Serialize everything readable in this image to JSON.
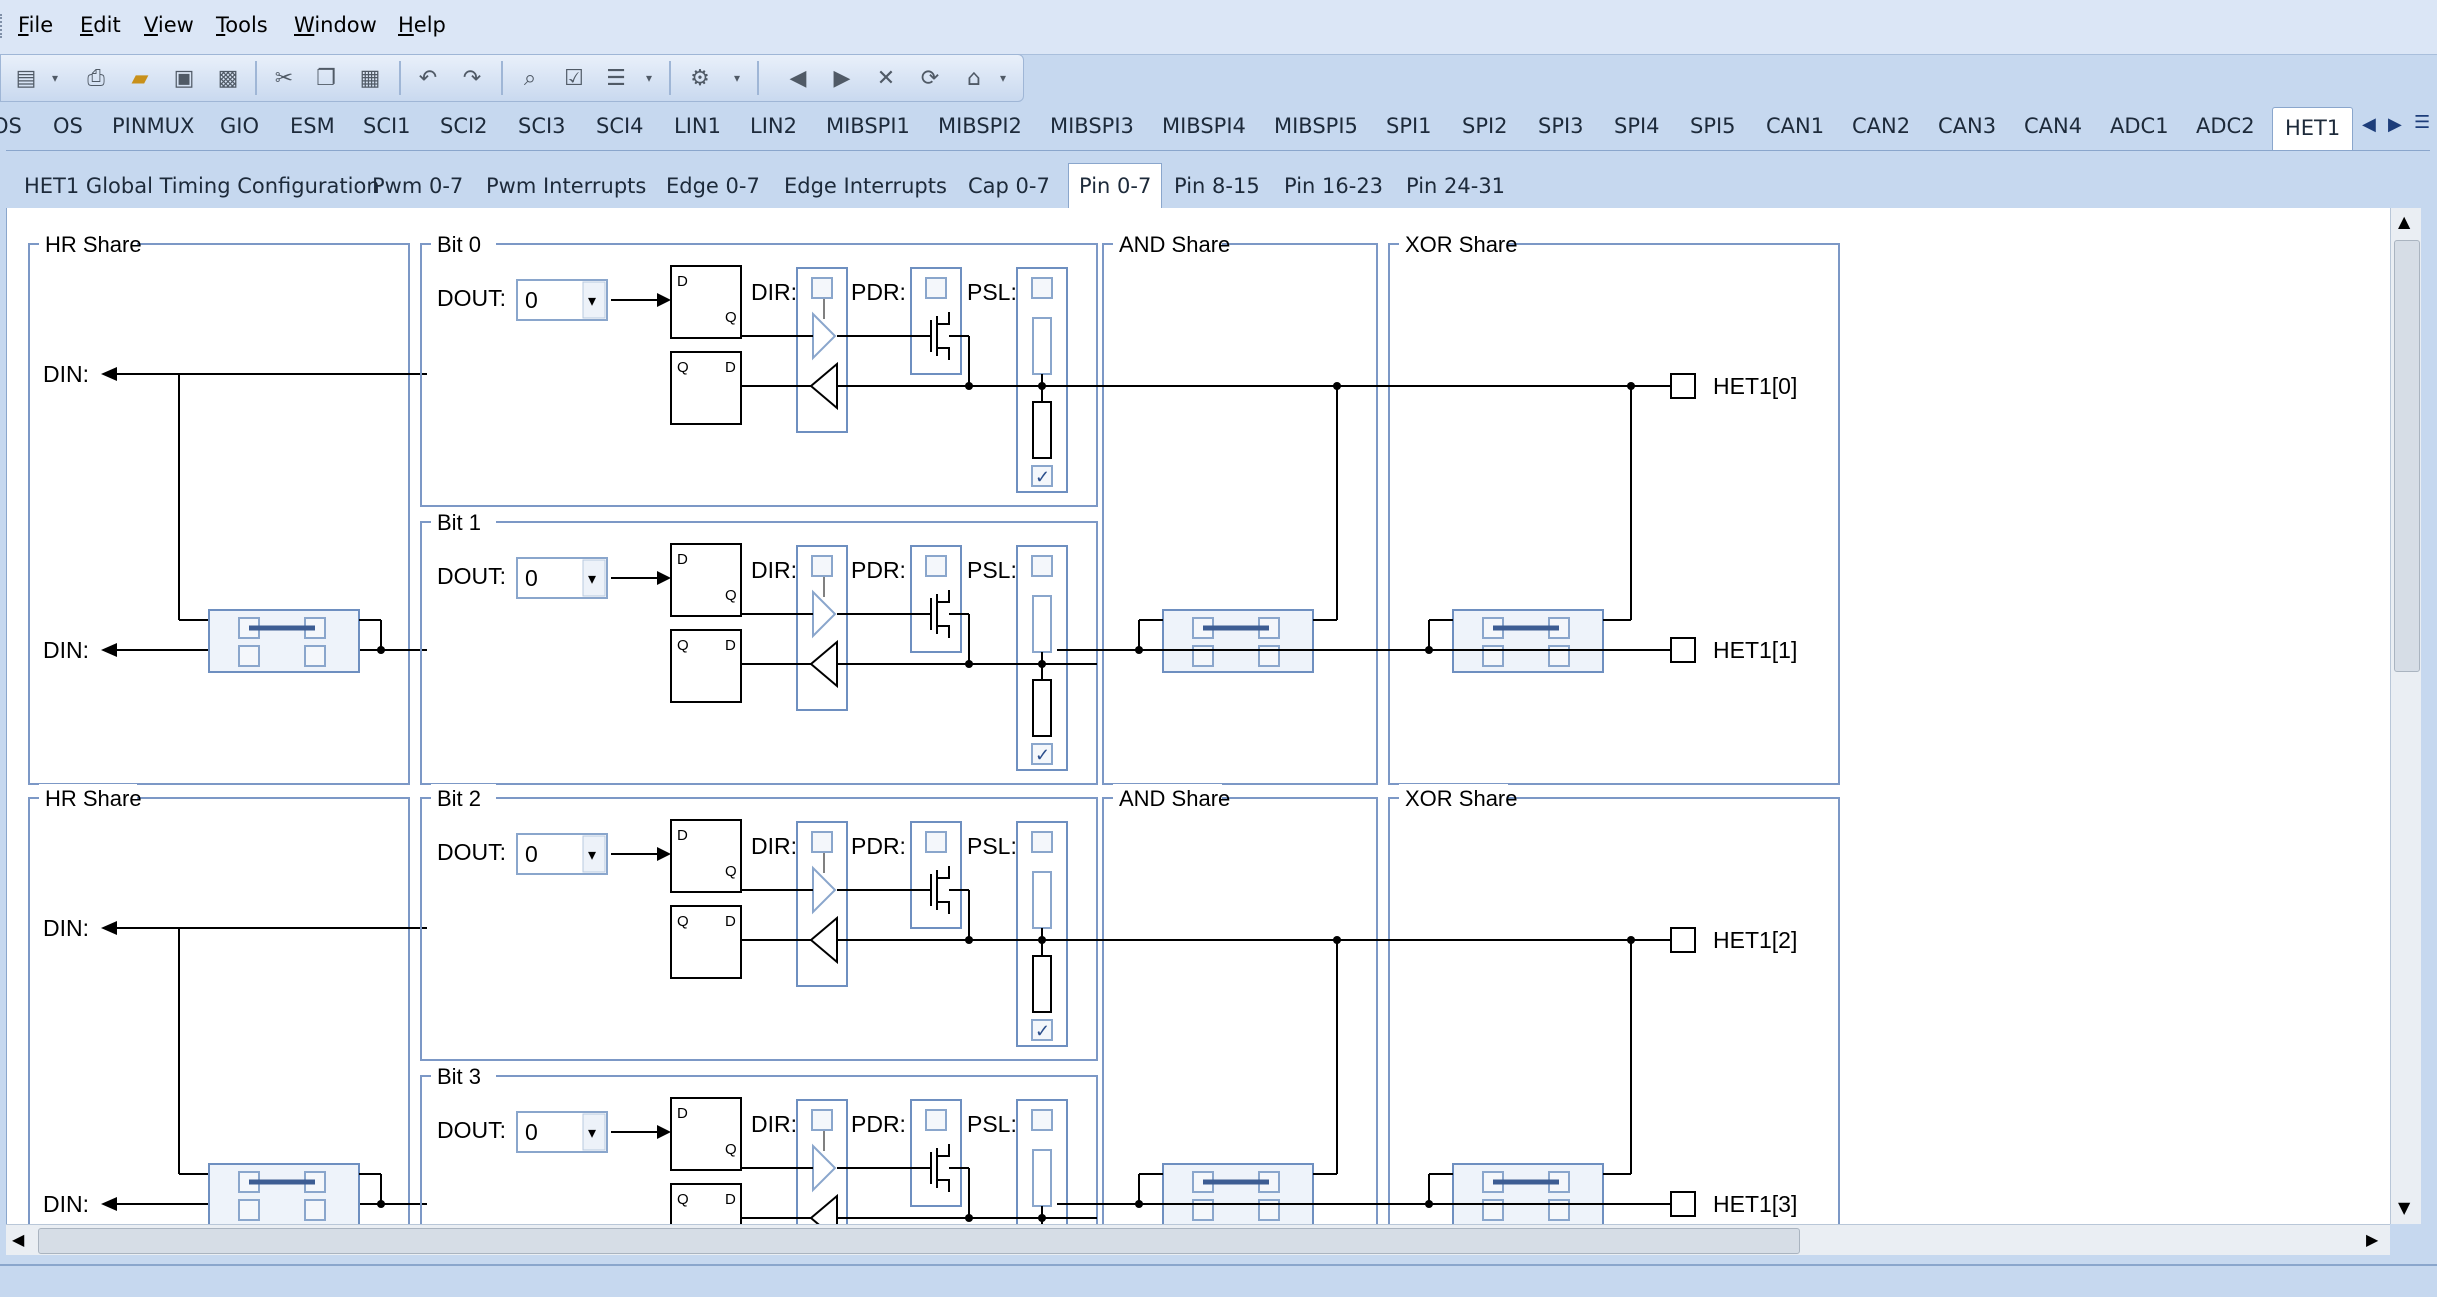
{
  "menu": [
    "File",
    "Edit",
    "View",
    "Tools",
    "Window",
    "Help"
  ],
  "module_tabs": [
    "OS",
    "PINMUX",
    "GIO",
    "ESM",
    "SCI1",
    "SCI2",
    "SCI3",
    "SCI4",
    "LIN1",
    "LIN2",
    "MIBSPI1",
    "MIBSPI2",
    "MIBSPI3",
    "MIBSPI4",
    "MIBSPI5",
    "SPI1",
    "SPI2",
    "SPI3",
    "SPI4",
    "SPI5",
    "CAN1",
    "CAN2",
    "CAN3",
    "CAN4",
    "ADC1",
    "ADC2",
    "HET1"
  ],
  "module_tab_partial_left": "OS",
  "active_module": "HET1",
  "sub_tabs": [
    "HET1 Global Timing Configuration",
    "Pwm 0-7",
    "Pwm Interrupts",
    "Edge 0-7",
    "Edge Interrupts",
    "Cap 0-7",
    "Pin 0-7",
    "Pin 8-15",
    "Pin 16-23",
    "Pin 24-31"
  ],
  "active_sub_tab": "Pin 0-7",
  "diagram": {
    "hr_share": "HR Share",
    "and_share": "AND Share",
    "xor_share": "XOR Share",
    "din": "DIN:",
    "dout": "DOUT:",
    "dir": "DIR:",
    "pdr": "PDR:",
    "psl": "PSL:",
    "ff_d": "D",
    "ff_q": "Q",
    "bits": [
      {
        "title": "Bit 0",
        "dout_value": "0",
        "pin": "HET1[0]"
      },
      {
        "title": "Bit 1",
        "dout_value": "0",
        "pin": "HET1[1]"
      },
      {
        "title": "Bit 2",
        "dout_value": "0",
        "pin": "HET1[2]"
      },
      {
        "title": "Bit 3",
        "dout_value": "0",
        "pin": "HET1[3]"
      }
    ]
  },
  "colors": {
    "accent": "#6e8fc0",
    "panel_border": "#7c98c6",
    "wire": "#000000",
    "chrome": "#c6d8ef"
  }
}
